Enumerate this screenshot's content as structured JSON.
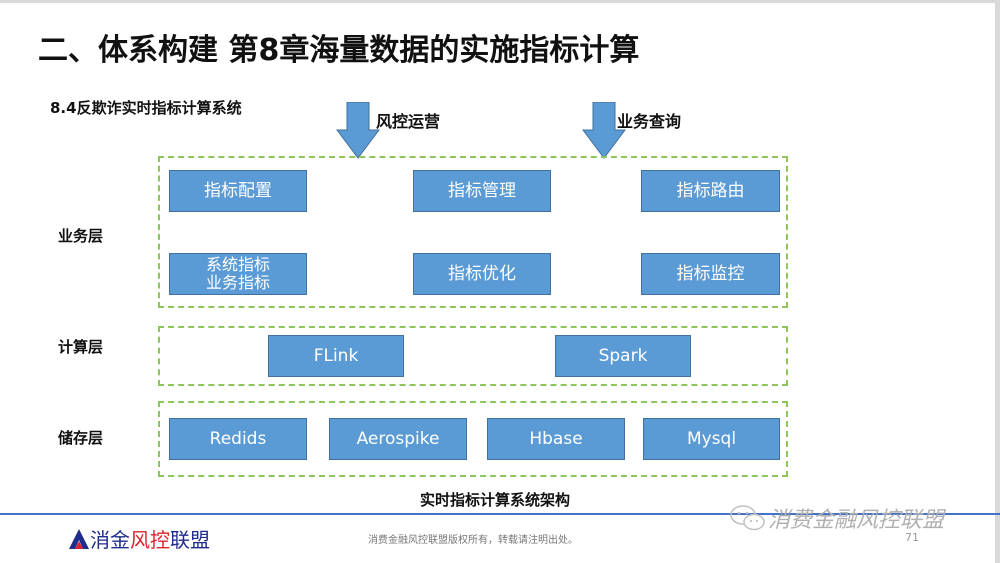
{
  "slide": {
    "title": "二、体系构建 第8章海量数据的实施指标计算",
    "subtitle": "8.4反欺诈实时指标计算系统",
    "inputs": [
      {
        "label": "风控运营",
        "icon": "arrow-down-icon"
      },
      {
        "label": "业务查询",
        "icon": "arrow-down-icon"
      }
    ],
    "layers": {
      "business": {
        "label": "业务层",
        "nodes": [
          "指标配置",
          "指标管理",
          "指标路由",
          [
            "系统指标",
            "业务指标"
          ],
          "指标优化",
          "指标监控"
        ]
      },
      "compute": {
        "label": "计算层",
        "nodes": [
          "FLink",
          "Spark"
        ]
      },
      "storage": {
        "label": "储存层",
        "nodes": [
          "Redids",
          "Aerospike",
          "Hbase",
          "Mysql"
        ]
      }
    },
    "caption": "实时指标计算系统架构"
  },
  "footer": {
    "logo_prefix": "消金",
    "logo_highlight": "风控",
    "logo_suffix": "联盟",
    "copyright": "消费金融风控联盟版权所有，转载请注明出处。",
    "watermark": "消费金融风控联盟",
    "page_number": "71"
  },
  "colors": {
    "node_fill": "#5b9bd5",
    "node_border": "#41719c",
    "dashed_border": "#8dc65a",
    "rule": "#4472c4",
    "logo_blue": "#1f2d8c",
    "logo_red": "#d9232d"
  }
}
